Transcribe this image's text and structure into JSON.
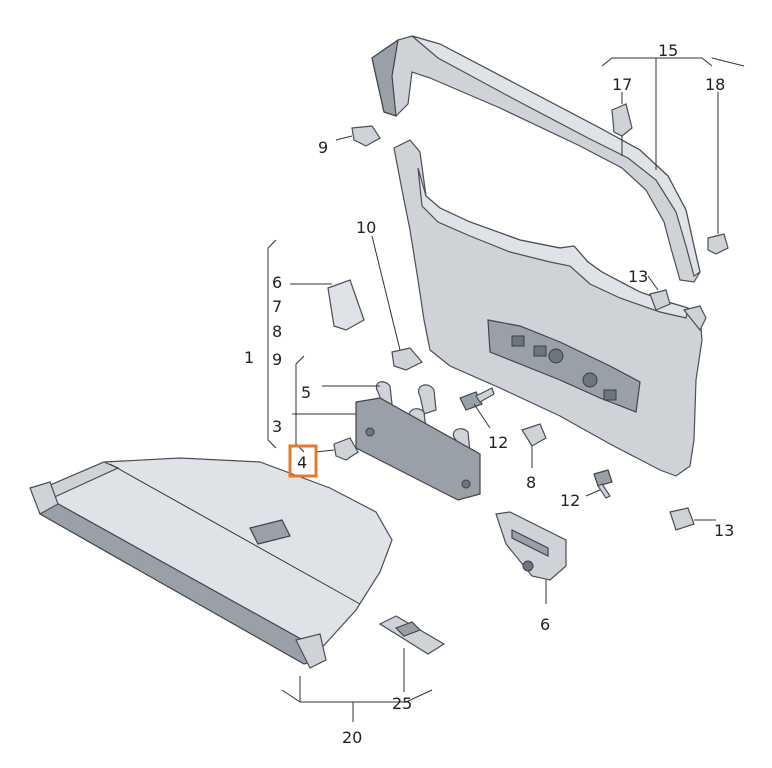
{
  "highlight_color": "#e8782e",
  "callouts": {
    "c15": "15",
    "c17": "17",
    "c18": "18",
    "c9": "9",
    "c10": "10",
    "c6a": "6",
    "c7": "7",
    "c8a": "8",
    "c1": "1",
    "c9b": "9",
    "c5": "5",
    "c3": "3",
    "c4": "4",
    "c12a": "12",
    "c13a": "13",
    "c8b": "8",
    "c12b": "12",
    "c13b": "13",
    "c6b": "6",
    "c25": "25",
    "c20": "20"
  }
}
